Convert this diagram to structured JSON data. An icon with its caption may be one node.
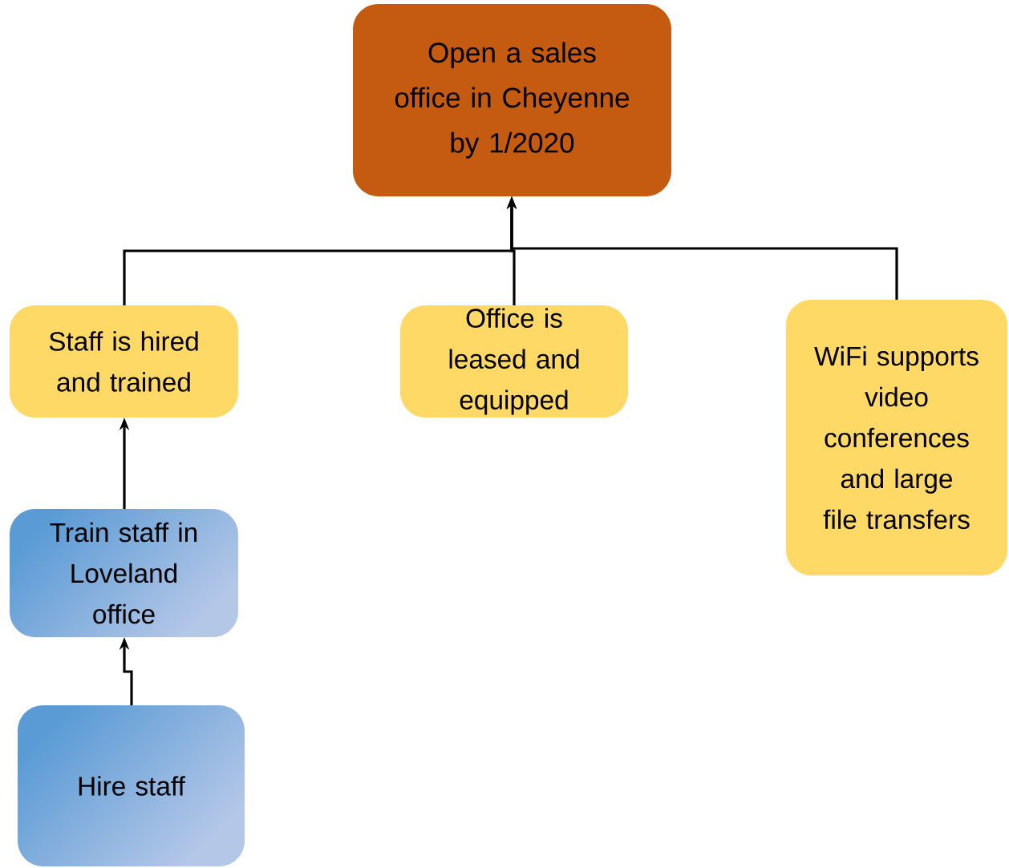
{
  "diagram": {
    "nodes": [
      {
        "text": [
          "Open a sales office in Cheyenne by 1/2020"
        ]
      },
      {
        "text": [
          "Staff is hired and trained"
        ]
      },
      {
        "text": [
          "Office is leased and equipped"
        ]
      },
      {
        "text": [
          "WiFi supports video conferences and large file transfers"
        ]
      },
      {
        "text": [
          "Train staff in Loveland office"
        ]
      },
      {
        "text": [
          "Hire staff"
        ]
      }
    ],
    "edges": [
      {
        "from": 1,
        "to": 0,
        "arrow": "to"
      },
      {
        "from": 2,
        "to": 0,
        "arrow": "to"
      },
      {
        "from": 3,
        "to": 0,
        "arrow": "to"
      },
      {
        "from": 4,
        "to": 1,
        "arrow": "to"
      },
      {
        "from": 5,
        "to": 4,
        "arrow": "to"
      }
    ]
  }
}
